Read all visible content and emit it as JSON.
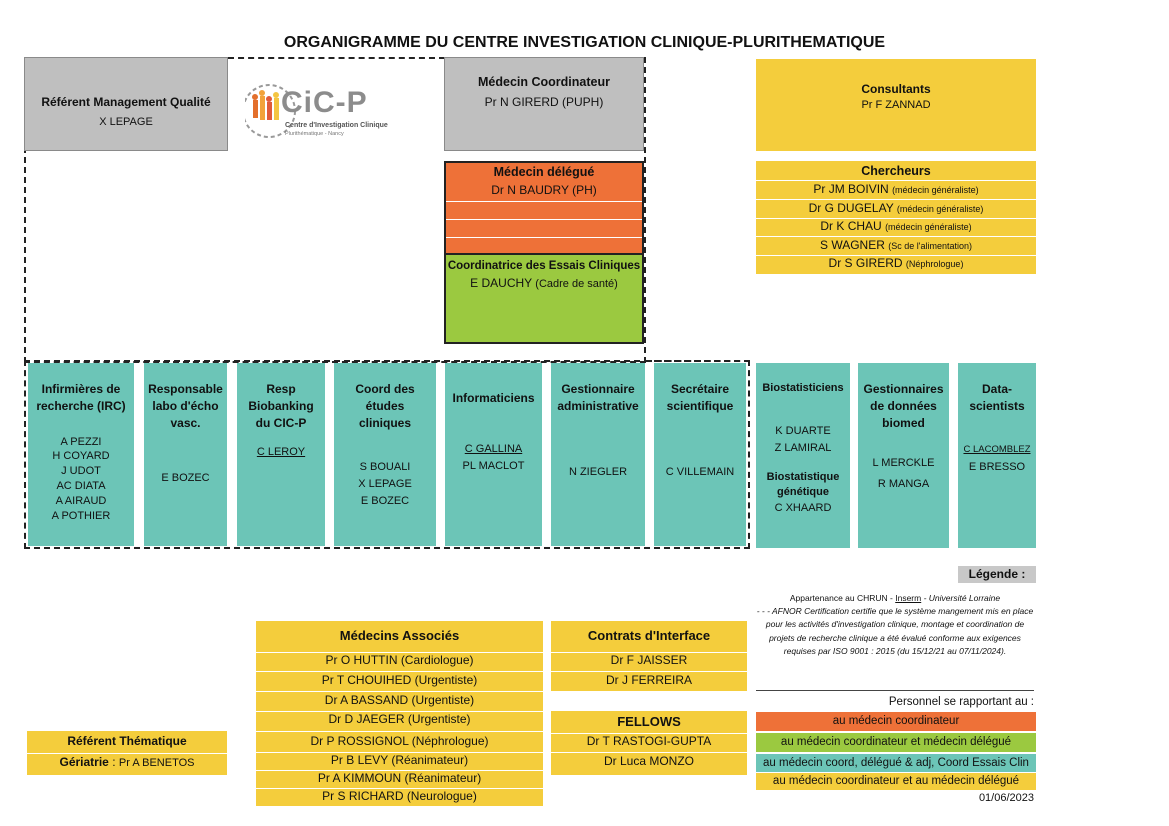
{
  "title": "ORGANIGRAMME DU CENTRE INVESTIGATION CLINIQUE-PLURITHEMATIQUE",
  "logo": {
    "main": "CiC-P",
    "line1": "Centre d'Investigation Clinique",
    "line2": "Plurithématique - Nancy"
  },
  "quality": {
    "heading": "Référent Management Qualité",
    "name": "X LEPAGE"
  },
  "coordinator": {
    "heading": "Médecin Coordinateur",
    "name": "Pr N GIRERD (PUPH)"
  },
  "delegate": {
    "heading": "Médecin délégué",
    "name": "Dr N BAUDRY (PH)"
  },
  "trials": {
    "heading": "Coordinatrice des Essais Cliniques",
    "name": "E DAUCHY",
    "role": "(Cadre de santé)"
  },
  "consultants": {
    "heading": "Consultants",
    "name": "Pr F ZANNAD"
  },
  "researchers": {
    "heading": "Chercheurs",
    "items": [
      {
        "name": "Pr JM BOIVIN",
        "note": "(médecin généraliste)"
      },
      {
        "name": "Dr G DUGELAY",
        "note": "(médecin généraliste)"
      },
      {
        "name": "Dr K CHAU",
        "note": "(médecin généraliste)"
      },
      {
        "name": "S WAGNER",
        "note": "(Sc de  l'alimentation)"
      },
      {
        "name": "Dr S GIRERD",
        "note": "(Néphrologue)"
      }
    ]
  },
  "teams": [
    {
      "heading": "Infirmières de recherche (IRC)",
      "names": [
        "A PEZZI",
        "H COYARD",
        "J UDOT",
        "AC DIATA",
        "A AIRAUD",
        "A POTHIER"
      ]
    },
    {
      "heading": "Responsable labo d'écho vasc.",
      "names": [
        "E BOZEC"
      ]
    },
    {
      "heading": "Resp Biobanking du CIC-P",
      "names": [
        "C LEROY"
      ]
    },
    {
      "heading": "Coord des études cliniques",
      "names": [
        "S BOUALI",
        "X LEPAGE",
        "E BOZEC"
      ]
    },
    {
      "heading": "Informaticiens",
      "names": [
        "C GALLINA",
        "PL MACLOT"
      ]
    },
    {
      "heading": "Gestionnaire administrative",
      "names": [
        "N ZIEGLER"
      ]
    },
    {
      "heading": "Secrétaire scientifique",
      "names": [
        "C VILLEMAIN"
      ]
    },
    {
      "heading": "Biostatisticiens",
      "names": [
        "K DUARTE",
        "Z LAMIRAL"
      ],
      "subheading": "Biostatistique génétique",
      "subnames": [
        "C XHAARD"
      ]
    },
    {
      "heading": "Gestionnaires de données biomed",
      "names": [
        "L MERCKLE",
        "R MANGA"
      ]
    },
    {
      "heading": "Data-scientists",
      "names": [
        "C LACOMBLEZ",
        "E BRESSO"
      ]
    }
  ],
  "associates": {
    "heading": "Médecins Associés",
    "items": [
      "Pr O HUTTIN (Cardiologue)",
      "Pr T CHOUIHED (Urgentiste)",
      "Dr A BASSAND (Urgentiste)",
      "Dr D JAEGER (Urgentiste)",
      "Dr P ROSSIGNOL (Néphrologue)",
      "Pr B LEVY (Réanimateur)",
      "Pr A KIMMOUN (Réanimateur)",
      "Pr S RICHARD (Neurologue)"
    ]
  },
  "interface": {
    "heading": "Contrats d'Interface",
    "items": [
      "Dr F JAISSER",
      "Dr J FERREIRA"
    ]
  },
  "fellows": {
    "heading": "FELLOWS",
    "items": [
      "Dr T RASTOGI-GUPTA",
      "Dr Luca MONZO"
    ]
  },
  "thematic": {
    "heading": "Référent Thématique",
    "label": "Gériatrie",
    "sep": " : ",
    "name": "Pr A BENETOS"
  },
  "legend": {
    "title": "Légende :",
    "note_pre": "Appartenance au CHRUN - ",
    "note_inserm": "Inserm",
    "note_post": " - Université Lorraine",
    "note_body": "- - - AFNOR Certification certifie que le système mangement mis en place pour les activités d'investigation clinique, montage et coordination de projets de recherche clinique a été évalué conforme aux exigences requises par ISO 9001 : 2015 (du 15/12/21 au  07/11/2024).",
    "personnel": "Personnel se rapportant au :",
    "items": [
      {
        "label": "au médecin coordinateur",
        "color": "#ee7138"
      },
      {
        "label": "au médecin coordinateur et médecin  délégué",
        "color": "#9bc940"
      },
      {
        "label": "au médecin coord, délégué & adj, Coord Essais Clin",
        "color": "#6cc5b7"
      },
      {
        "label": "au médecin coordinateur et au médecin délégué",
        "color": "#f4cd3c"
      }
    ],
    "date": "01/06/2023"
  }
}
